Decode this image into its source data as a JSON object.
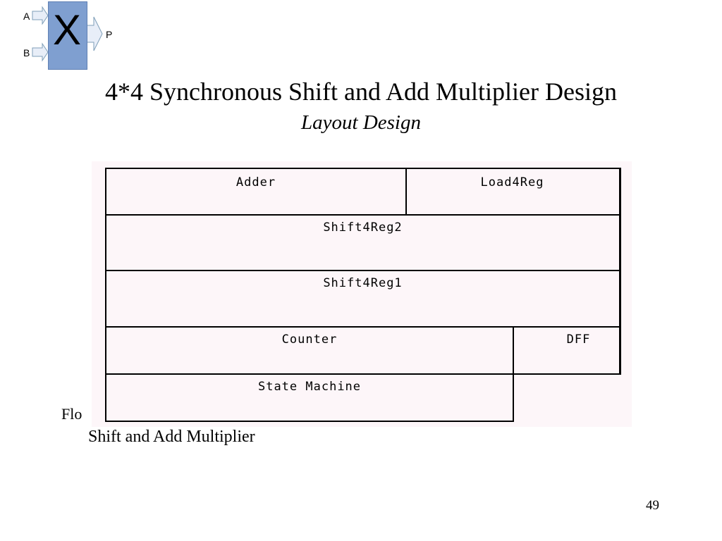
{
  "logo": {
    "input_a": "A",
    "input_b": "B",
    "symbol": "X",
    "output": "P"
  },
  "title": "4*4 Synchronous Shift and Add Multiplier Design",
  "subtitle": "Layout Design",
  "layout_blocks": {
    "adder": "Adder",
    "load4reg": "Load4Reg",
    "shift4reg2": "Shift4Reg2",
    "shift4reg1": "Shift4Reg1",
    "counter": "Counter",
    "dff": "DFF",
    "state_machine": "State Machine"
  },
  "caption_partial": "Flo",
  "caption": "Shift and Add Multiplier",
  "page_number": "49"
}
